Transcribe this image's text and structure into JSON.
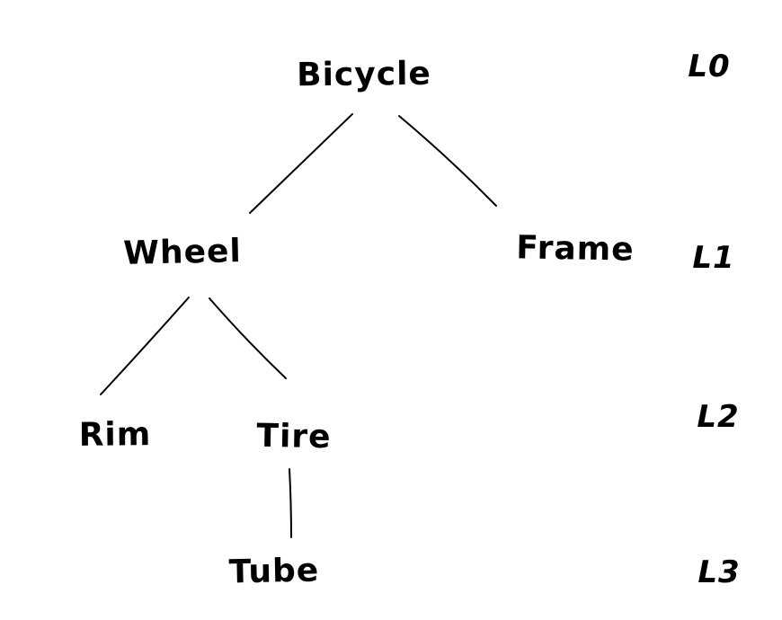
{
  "diagram": {
    "type": "tree",
    "background_color": "#ffffff",
    "ink_color": "#000000",
    "nodes": [
      {
        "id": "bicycle",
        "label": "Bicycle",
        "level": 0
      },
      {
        "id": "wheel",
        "label": "Wheel",
        "level": 1
      },
      {
        "id": "frame",
        "label": "Frame",
        "level": 1
      },
      {
        "id": "rim",
        "label": "Rim",
        "level": 2
      },
      {
        "id": "tire",
        "label": "Tire",
        "level": 2
      },
      {
        "id": "tube",
        "label": "Tube",
        "level": 3
      }
    ],
    "edges": [
      {
        "from": "Bicycle",
        "to": "Wheel"
      },
      {
        "from": "Bicycle",
        "to": "Frame"
      },
      {
        "from": "Wheel",
        "to": "Rim"
      },
      {
        "from": "Wheel",
        "to": "Tire"
      },
      {
        "from": "Tire",
        "to": "Tube"
      }
    ],
    "level_labels": [
      {
        "label": "L0"
      },
      {
        "label": "L1"
      },
      {
        "label": "L2"
      },
      {
        "label": "L3"
      }
    ]
  }
}
